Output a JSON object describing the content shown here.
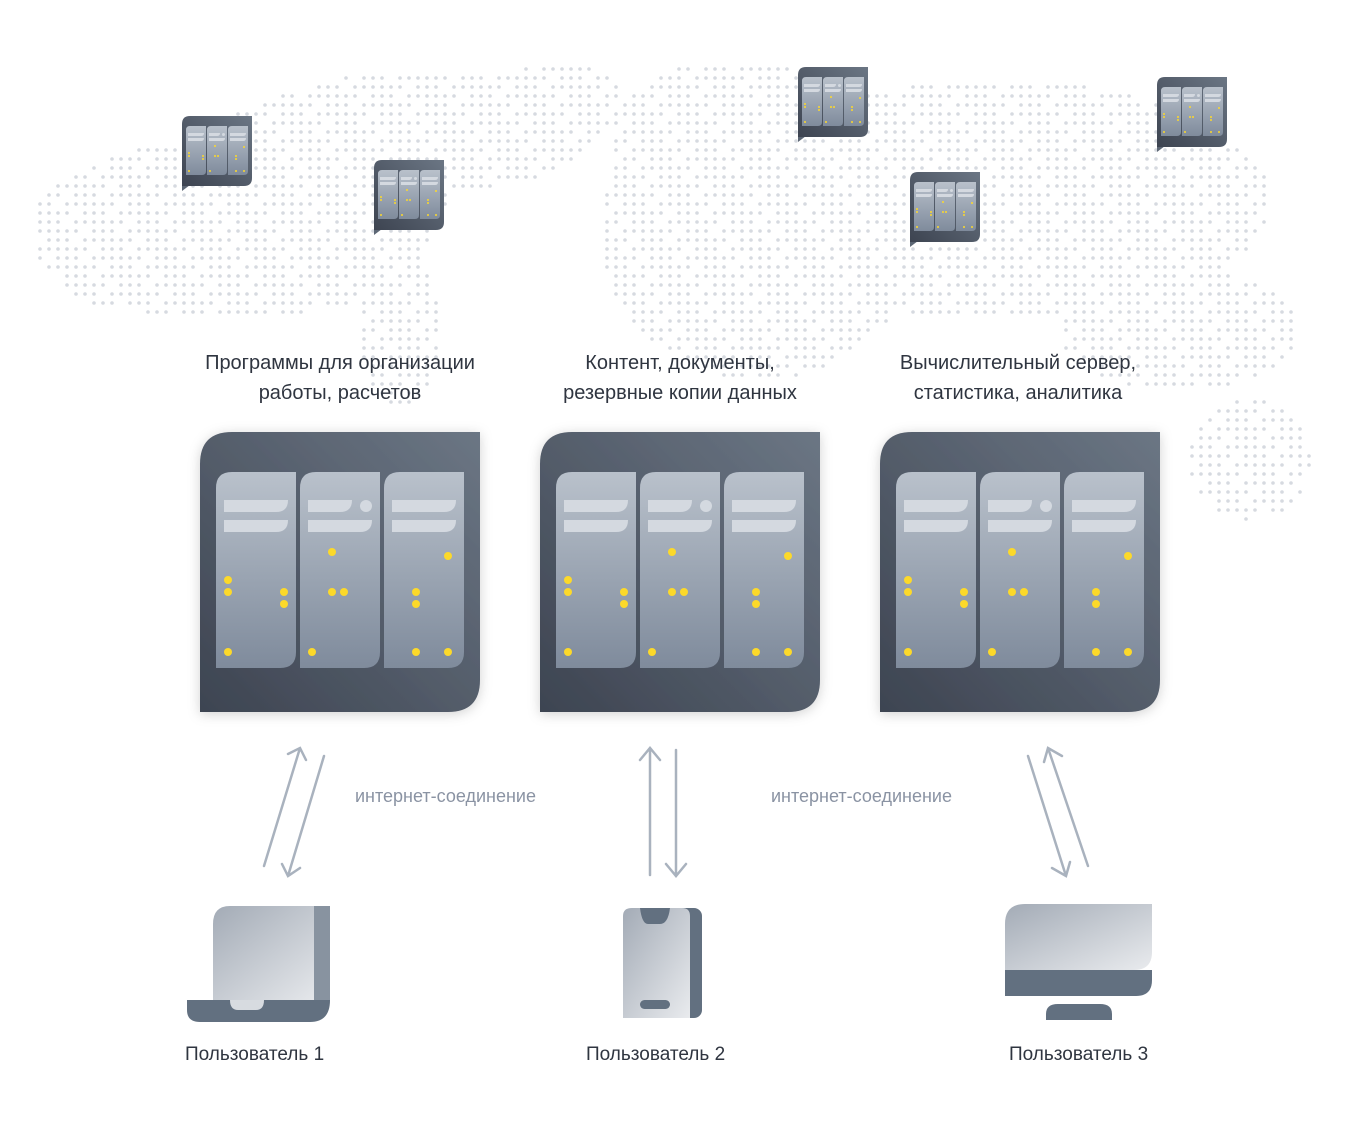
{
  "servers": [
    {
      "label_line1": "Программы для организации",
      "label_line2": "работы, расчетов"
    },
    {
      "label_line1": "Контент, документы,",
      "label_line2": "резервные копии данных"
    },
    {
      "label_line1": "Вычислительный сервер,",
      "label_line2": "статистика, аналитика"
    }
  ],
  "connections": [
    "интернет-соединение",
    "интернет-соединение"
  ],
  "users": [
    "Пользователь 1",
    "Пользователь 2",
    "Пользователь 3"
  ],
  "colors": {
    "box": "#4a5260",
    "rack": "#a7b0bd",
    "led": "#fcd92c",
    "dot": "#d6dae0",
    "arrow": "#a9b2be",
    "device": "#627080"
  }
}
